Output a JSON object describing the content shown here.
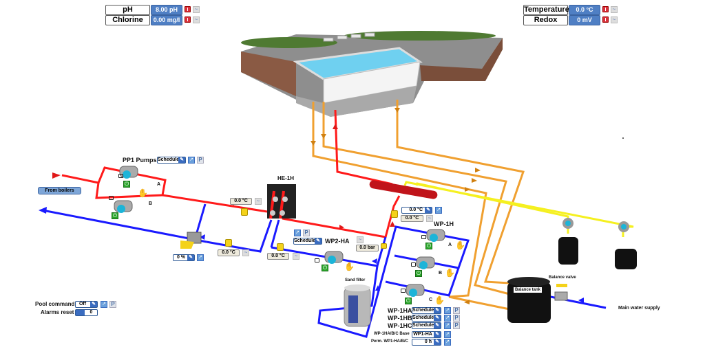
{
  "sensors_left": [
    {
      "label": "pH",
      "value": "8.00 pH"
    },
    {
      "label": "Chlorine",
      "value": "0.00 mg/l"
    }
  ],
  "sensors_right": [
    {
      "label": "Temperature",
      "value": "0.0 °C"
    },
    {
      "label": "Redox",
      "value": "0 mV"
    }
  ],
  "pp1": {
    "label": "PP1 Pumps",
    "schedule": "Schedule",
    "pump_a": "A",
    "pump_b": "B"
  },
  "from_boilers": "From boilers",
  "he1h": {
    "label": "HE-1H",
    "temp_in": "0.0 °C",
    "temp_return": "0.0 °C",
    "temp_out": "0.0 °C"
  },
  "mixing_valve": {
    "value": "0 %"
  },
  "wp2ha": {
    "label": "WP2-HA",
    "schedule": "Schedule"
  },
  "pressure": {
    "value": "0.0 bar"
  },
  "wp1h": {
    "label": "WP-1H",
    "temp_setpoint": "0.0 °C",
    "temp_actual": "0.0 °C",
    "pumps": [
      "A",
      "B",
      "C"
    ],
    "schedules": [
      {
        "label": "WP-1HA",
        "value": "Schedule"
      },
      {
        "label": "WP-1HB",
        "value": "Schedule"
      },
      {
        "label": "WP-1HC",
        "value": "Schedule"
      }
    ],
    "base_label": "WP-1HA/B/C Base",
    "base_value": "WP1-HA",
    "perm_label": "Perm. WP1-HA/B/C",
    "perm_value": "0 h"
  },
  "sand_filter": "Sand filter",
  "balance_tank": "Balance tank",
  "balance_valve": "Balance valve",
  "main_water_supply": "Main water supply",
  "pool_command": {
    "label": "Pool command",
    "value": "Off"
  },
  "alarms_reset": {
    "label": "Alarms reset",
    "value": "0"
  },
  "colors": {
    "hot": "#ff1a1a",
    "cold": "#1a1aff",
    "pool": "#f0a030",
    "dosing": "#f5f020",
    "value_bg": "#4f7fc4"
  }
}
